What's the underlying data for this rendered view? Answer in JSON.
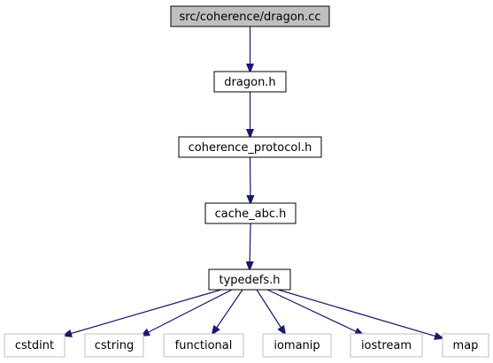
{
  "nodes": {
    "root": {
      "label": "src/coherence/dragon.cc"
    },
    "dragon_h": {
      "label": "dragon.h"
    },
    "coherence_protocol_h": {
      "label": "coherence_protocol.h"
    },
    "cache_abc_h": {
      "label": "cache_abc.h"
    },
    "typedefs_h": {
      "label": "typedefs.h"
    },
    "cstdint": {
      "label": "cstdint"
    },
    "cstring": {
      "label": "cstring"
    },
    "functional": {
      "label": "functional"
    },
    "iomanip": {
      "label": "iomanip"
    },
    "iostream": {
      "label": "iostream"
    },
    "map": {
      "label": "map"
    }
  },
  "edges": [
    [
      "root",
      "dragon_h"
    ],
    [
      "dragon_h",
      "coherence_protocol_h"
    ],
    [
      "coherence_protocol_h",
      "cache_abc_h"
    ],
    [
      "cache_abc_h",
      "typedefs_h"
    ],
    [
      "typedefs_h",
      "cstdint"
    ],
    [
      "typedefs_h",
      "cstring"
    ],
    [
      "typedefs_h",
      "functional"
    ],
    [
      "typedefs_h",
      "iomanip"
    ],
    [
      "typedefs_h",
      "iostream"
    ],
    [
      "typedefs_h",
      "map"
    ]
  ],
  "colors": {
    "edge": "#191970",
    "root_fill": "#bfbfbf",
    "node_border": "#000000",
    "system_border": "#bfbfbf",
    "text": "#000000"
  }
}
